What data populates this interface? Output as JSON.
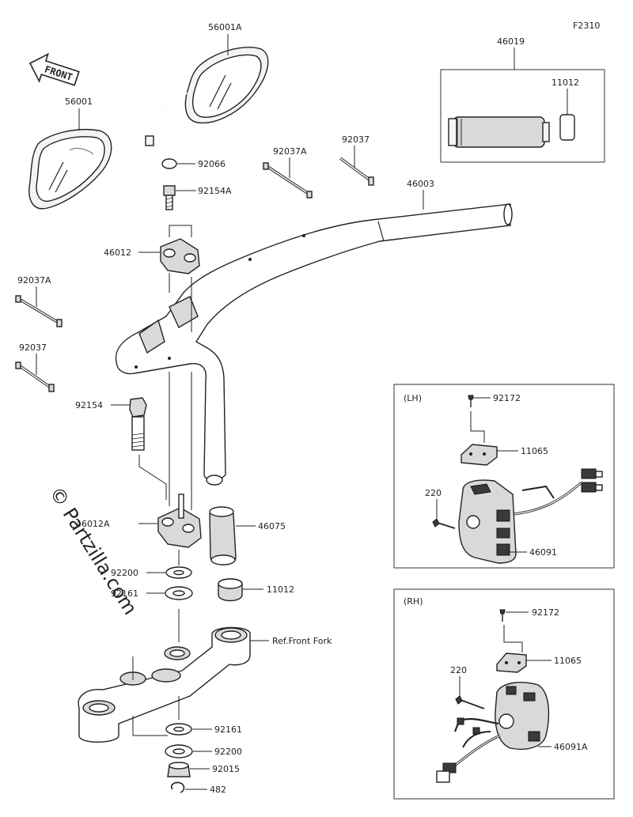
{
  "figure_code": "F2310",
  "front_arrow_label": "FRONT",
  "watermark": "© Partzilla.com",
  "reference_label": "Ref.Front Fork",
  "parts": {
    "mirror_left": "56001",
    "mirror_right": "56001A",
    "grip_assembly": "46019",
    "grip_end_top": "11012",
    "cap_92066": "92066",
    "bolt_92154A": "92154A",
    "pin_92037A_top": "92037A",
    "pin_92037_top": "92037",
    "handlebar": "46003",
    "holder_upper": "46012",
    "pin_92037A_left": "92037A",
    "pin_92037_left": "92037",
    "bolt_92154": "92154",
    "holder_lower": "46012A",
    "grip_46075": "46075",
    "washer_92200_top": "92200",
    "washer_92161_top": "92161",
    "grip_end_bottom": "11012",
    "washer_92161_bottom": "92161",
    "washer_92200_bottom": "92200",
    "nut_92015": "92015",
    "clip_482": "482"
  },
  "lh_switch": {
    "label": "(LH)",
    "screw": "92172",
    "cover": "11065",
    "screw_220": "220",
    "switch": "46091"
  },
  "rh_switch": {
    "label": "(RH)",
    "screw": "92172",
    "cover": "11065",
    "screw_220": "220",
    "switch": "46091A"
  }
}
